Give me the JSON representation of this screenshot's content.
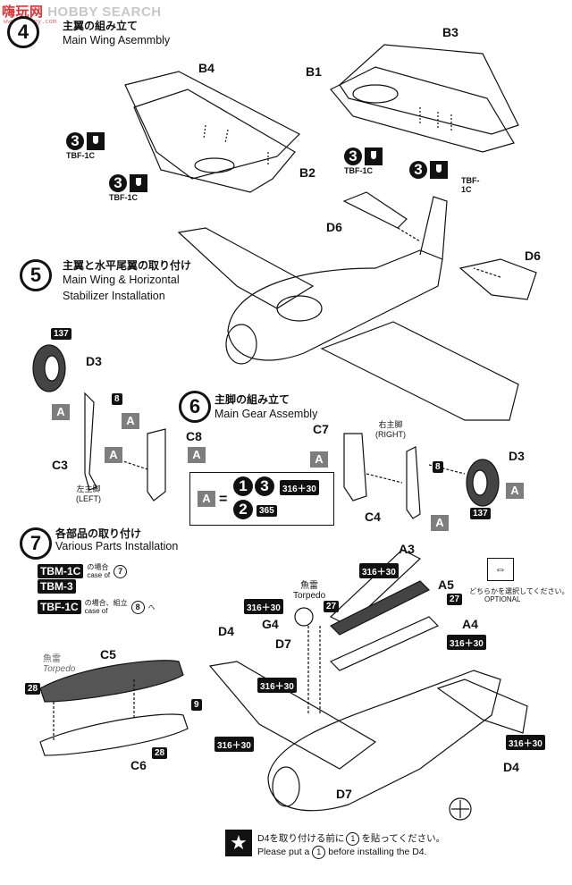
{
  "watermark": {
    "brand_prefix": "HOBBY",
    "brand_suffix": "SEARCH",
    "site_chars": "嗨玩网",
    "site_url": "www.haotoy.com"
  },
  "steps": [
    {
      "num": "4",
      "jp": "主翼の組み立て",
      "en": "Main Wing Asemmbly"
    },
    {
      "num": "5",
      "jp": "主翼と水平尾翼の取り付け",
      "en1": "Main Wing & Horizontal",
      "en2": "Stabilizer Installation"
    },
    {
      "num": "6",
      "jp": "主脚の組み立て",
      "en": "Main Gear Assembly"
    },
    {
      "num": "7",
      "jp": "各部品の取り付け",
      "en": "Various Parts Installation"
    }
  ],
  "parts": {
    "b4": "B4",
    "b3": "B3",
    "b1": "B1",
    "b2": "B2",
    "d6_left": "D6",
    "d6_right": "D6",
    "d3_left": "D3",
    "d3_right": "D3",
    "c3": "C3",
    "c8": "C8",
    "c7": "C7",
    "c4": "C4",
    "a3": "A3",
    "a5": "A5",
    "a4": "A4",
    "d4_left": "D4",
    "g4": "G4",
    "d7_top": "D7",
    "d7_bottom": "D7",
    "d4_right": "D4",
    "c5": "C5",
    "c6": "C6"
  },
  "cement": {
    "num": "3",
    "tag": "TBF-1C"
  },
  "callouts": {
    "n137": "137",
    "n8": "8",
    "n27": "27",
    "n28": "28",
    "n9": "9",
    "mix_a": "316＋30",
    "mix_b": "365",
    "a": "A",
    "paint_a": "1",
    "paint_b": "3",
    "paint_c": "2"
  },
  "gear": {
    "left_jp": "左主脚",
    "left_en": "(LEFT)",
    "right_jp": "右主脚",
    "right_en": "(RIGHT)"
  },
  "torpedo": {
    "jp": "魚雷",
    "en": "Torpedo"
  },
  "optional": {
    "jp": "どちらかを選択してください。",
    "en": "OPTIONAL"
  },
  "variants": [
    {
      "tag": "TBM-1C",
      "text_jp": "の場合",
      "text_en": "case of",
      "step": "7"
    },
    {
      "tag": "TBM-3",
      "text_jp": "",
      "text_en": "",
      "step": ""
    },
    {
      "tag": "TBF-1C",
      "text_jp": "の場合、組立",
      "text_en": "case of",
      "step": "8",
      "suffix": "へ"
    }
  ],
  "note": {
    "jp": "D4を取り付ける前に",
    "jp_mid": "を貼ってください。",
    "en1": "Please put a",
    "en2": "before installing the D4.",
    "num": "1"
  }
}
